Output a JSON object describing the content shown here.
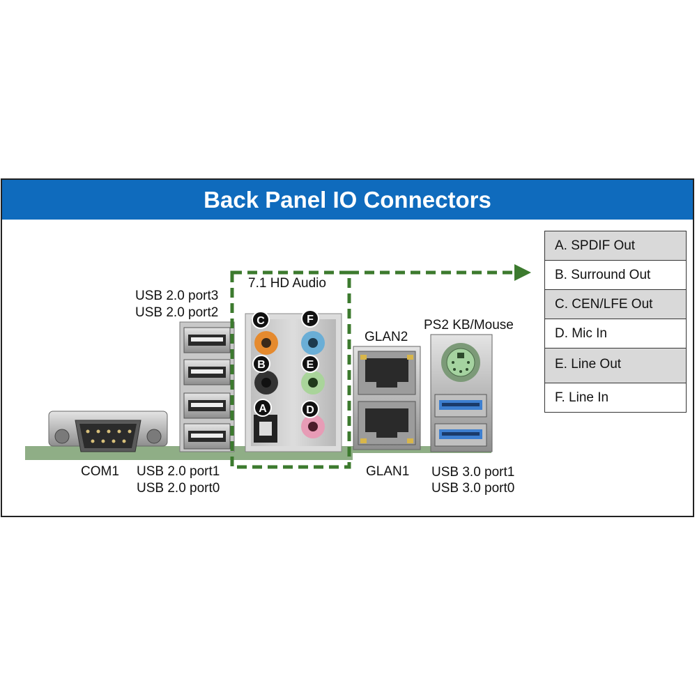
{
  "title": "Back Panel IO Connectors",
  "colors": {
    "banner": "#0f6bbd",
    "dash": "#3c7a2e",
    "legend_shade": "#d9d9d9"
  },
  "labels": {
    "usb2_top_line1": "USB 2.0 port3",
    "usb2_top_line2": "USB 2.0 port2",
    "audio": "7.1 HD Audio",
    "glan2": "GLAN2",
    "ps2": "PS2 KB/Mouse",
    "com1": "COM1",
    "usb2_bottom_line1": "USB 2.0 port1",
    "usb2_bottom_line2": "USB 2.0 port0",
    "glan1": "GLAN1",
    "usb3_line1": "USB 3.0 port1",
    "usb3_line2": "USB 3.0 port0"
  },
  "jack_letters": [
    "A",
    "B",
    "C",
    "D",
    "E",
    "F"
  ],
  "legend": [
    {
      "label": "A. SPDIF Out",
      "shaded": true
    },
    {
      "label": "B. Surround Out",
      "shaded": false
    },
    {
      "label": "C. CEN/LFE Out",
      "shaded": true
    },
    {
      "label": "D. Mic In",
      "shaded": false
    },
    {
      "label": "E. Line Out",
      "shaded": true
    },
    {
      "label": "F. Line In",
      "shaded": false
    }
  ]
}
